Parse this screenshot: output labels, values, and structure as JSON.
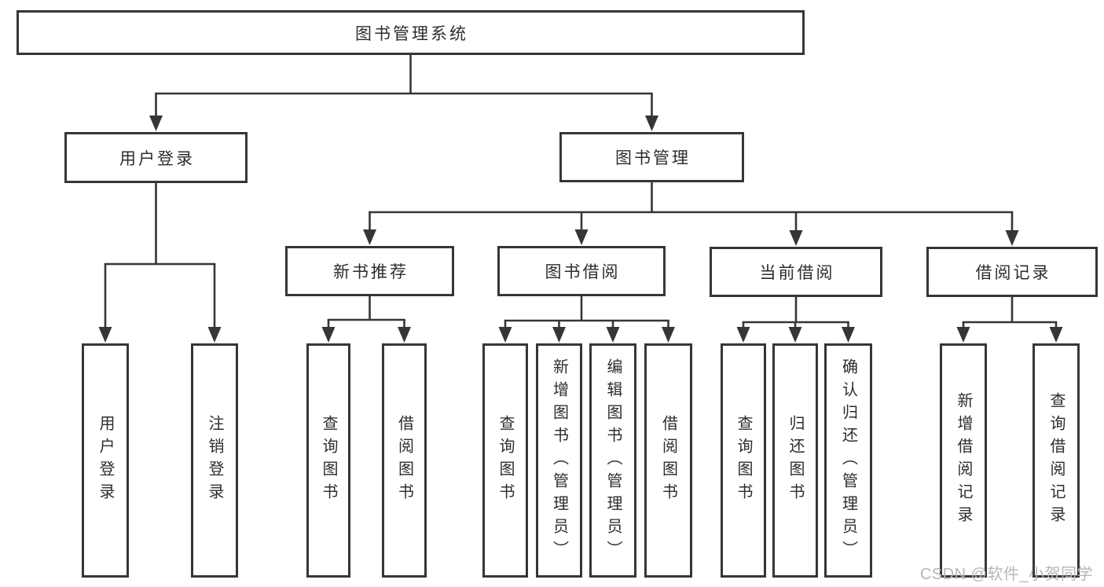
{
  "diagram": {
    "title": "图书管理系统",
    "nodes": [
      {
        "id": "root",
        "label": "图书管理系统"
      },
      {
        "id": "user-login",
        "label": "用户登录"
      },
      {
        "id": "book-mgmt",
        "label": "图书管理"
      },
      {
        "id": "new-book-rec",
        "label": "新书推荐"
      },
      {
        "id": "book-borrow",
        "label": "图书借阅"
      },
      {
        "id": "current-borrow",
        "label": "当前借阅"
      },
      {
        "id": "borrow-record",
        "label": "借阅记录"
      },
      {
        "id": "leaf-user-login",
        "label": "用户登录"
      },
      {
        "id": "leaf-logout",
        "label": "注销登录"
      },
      {
        "id": "leaf-nbr-query",
        "label": "查询图书"
      },
      {
        "id": "leaf-nbr-borrow",
        "label": "借阅图书"
      },
      {
        "id": "leaf-bb-query",
        "label": "查询图书"
      },
      {
        "id": "leaf-bb-add",
        "label": "新增图书（管理员）"
      },
      {
        "id": "leaf-bb-edit",
        "label": "编辑图书（管理员）"
      },
      {
        "id": "leaf-bb-borrow",
        "label": "借阅图书"
      },
      {
        "id": "leaf-cb-query",
        "label": "查询图书"
      },
      {
        "id": "leaf-cb-return",
        "label": "归还图书"
      },
      {
        "id": "leaf-cb-confirm",
        "label": "确认归还（管理员）"
      },
      {
        "id": "leaf-br-add",
        "label": "新增借阅记录"
      },
      {
        "id": "leaf-br-query",
        "label": "查询借阅记录"
      }
    ],
    "edges": [
      {
        "parent": "root",
        "children": [
          "user-login",
          "book-mgmt"
        ]
      },
      {
        "parent": "user-login",
        "children": [
          "leaf-user-login",
          "leaf-logout"
        ]
      },
      {
        "parent": "book-mgmt",
        "children": [
          "new-book-rec",
          "book-borrow",
          "current-borrow",
          "borrow-record"
        ]
      },
      {
        "parent": "new-book-rec",
        "children": [
          "leaf-nbr-query",
          "leaf-nbr-borrow"
        ]
      },
      {
        "parent": "book-borrow",
        "children": [
          "leaf-bb-query",
          "leaf-bb-add",
          "leaf-bb-edit",
          "leaf-bb-borrow"
        ]
      },
      {
        "parent": "current-borrow",
        "children": [
          "leaf-cb-query",
          "leaf-cb-return",
          "leaf-cb-confirm"
        ]
      },
      {
        "parent": "borrow-record",
        "children": [
          "leaf-br-add",
          "leaf-br-query"
        ]
      }
    ],
    "colors": {
      "line": "#363636",
      "text": "#2d2d2d",
      "box_fill": "#ffffff"
    }
  },
  "watermark": {
    "text": "CSDN @软件_小贺同学"
  }
}
